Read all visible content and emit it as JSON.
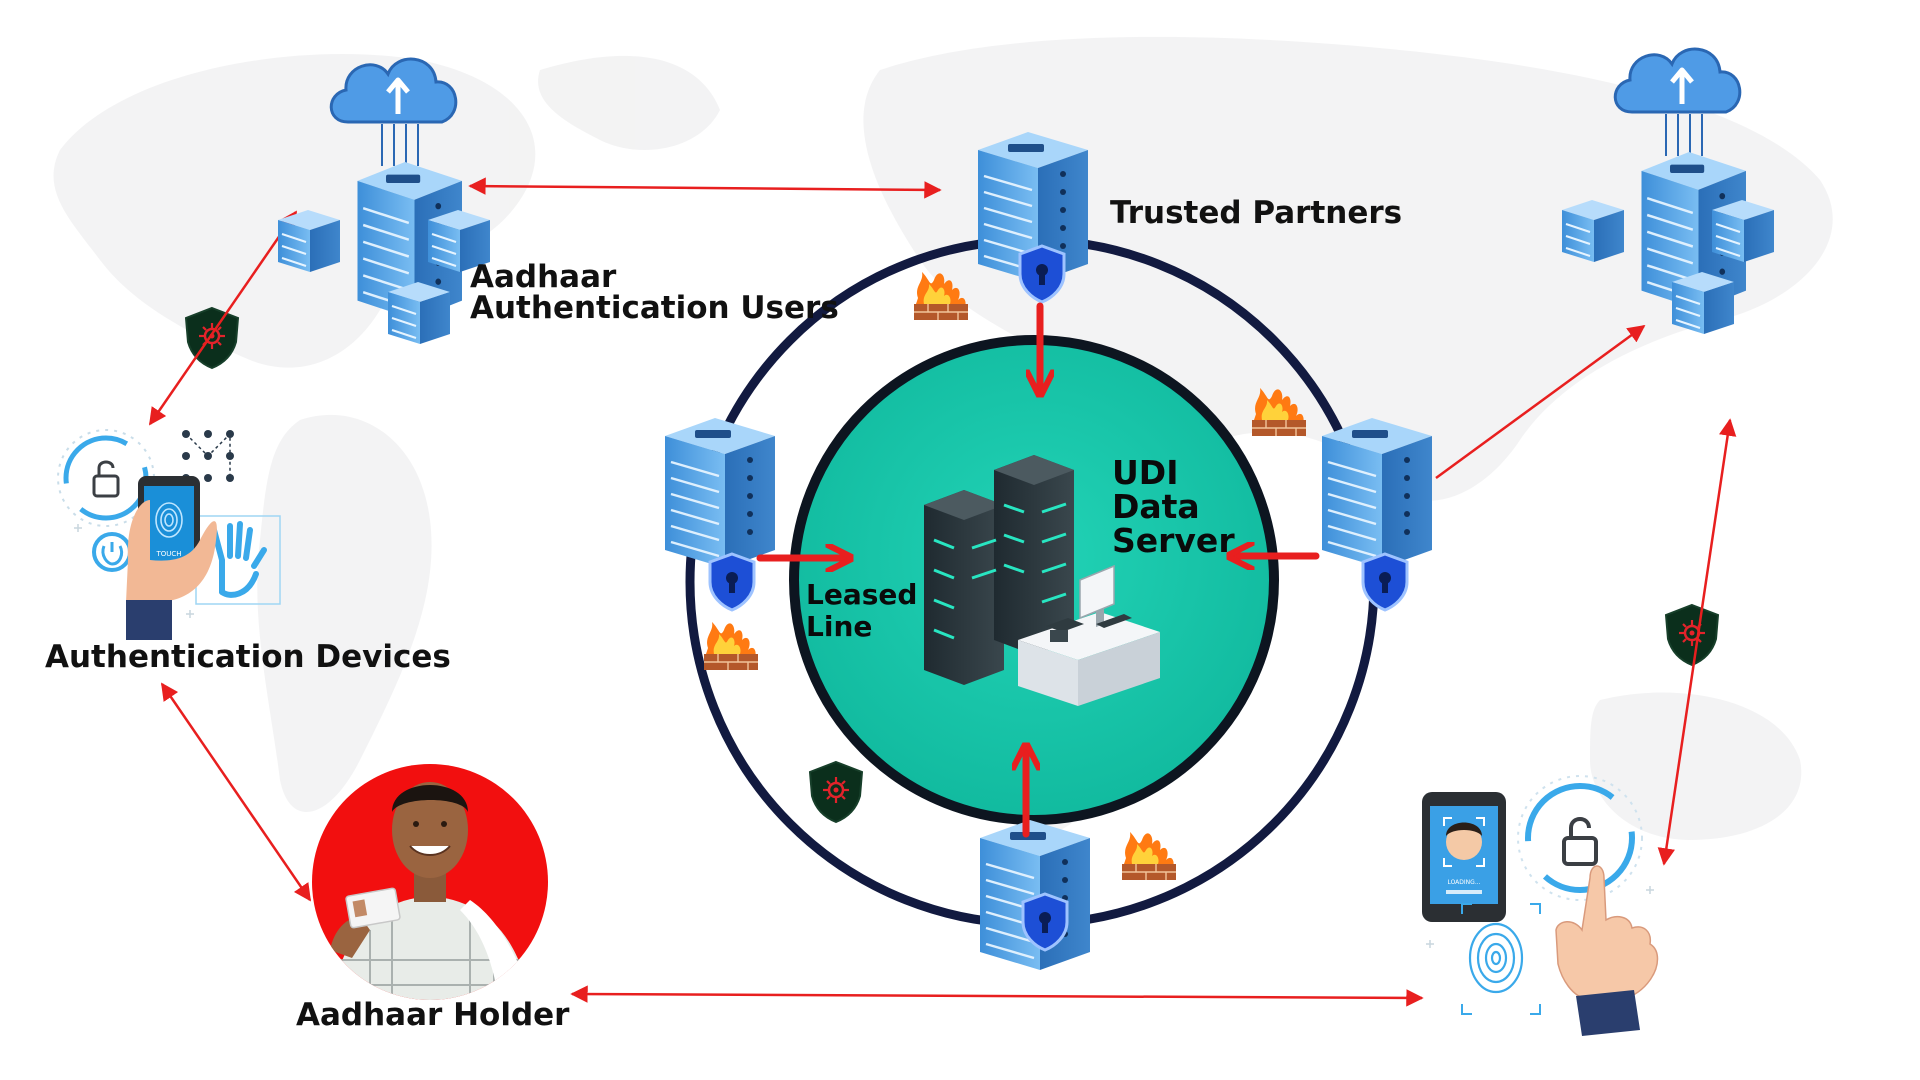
{
  "labels": {
    "aadhaar_authentication_users_line1": "Aadhaar",
    "aadhaar_authentication_users_line2": "Authentication Users",
    "trusted_partners": "Trusted Partners",
    "authentication_devices": "Authentication Devices",
    "aadhaar_holder": "Aadhaar Holder",
    "udi_line1": "UDI",
    "udi_line2": "Data",
    "udi_line3": "Server",
    "leased_line1": "Leased",
    "leased_line2": "Line"
  },
  "device_screens": {
    "touch": "TOUCH",
    "loading": "LOADING..."
  },
  "icons": {
    "server_stack": "server-stack-icon",
    "cloud_upload": "cloud-upload-icon",
    "security_shield": "security-shield-icon",
    "firewall": "firewall-icon",
    "malware_shield": "malware-shield-icon",
    "fingerprint": "fingerprint-icon",
    "padlock": "padlock-icon",
    "smartphone": "smartphone-icon"
  },
  "colors": {
    "arrow_red": "#e81f1f",
    "ring_navy": "#121a40",
    "core_teal": "#13c3a8",
    "server_blue": "#5aa6e6",
    "shield_dark_green": "#0b2f1c",
    "holder_circle_red": "#f20f0f"
  }
}
